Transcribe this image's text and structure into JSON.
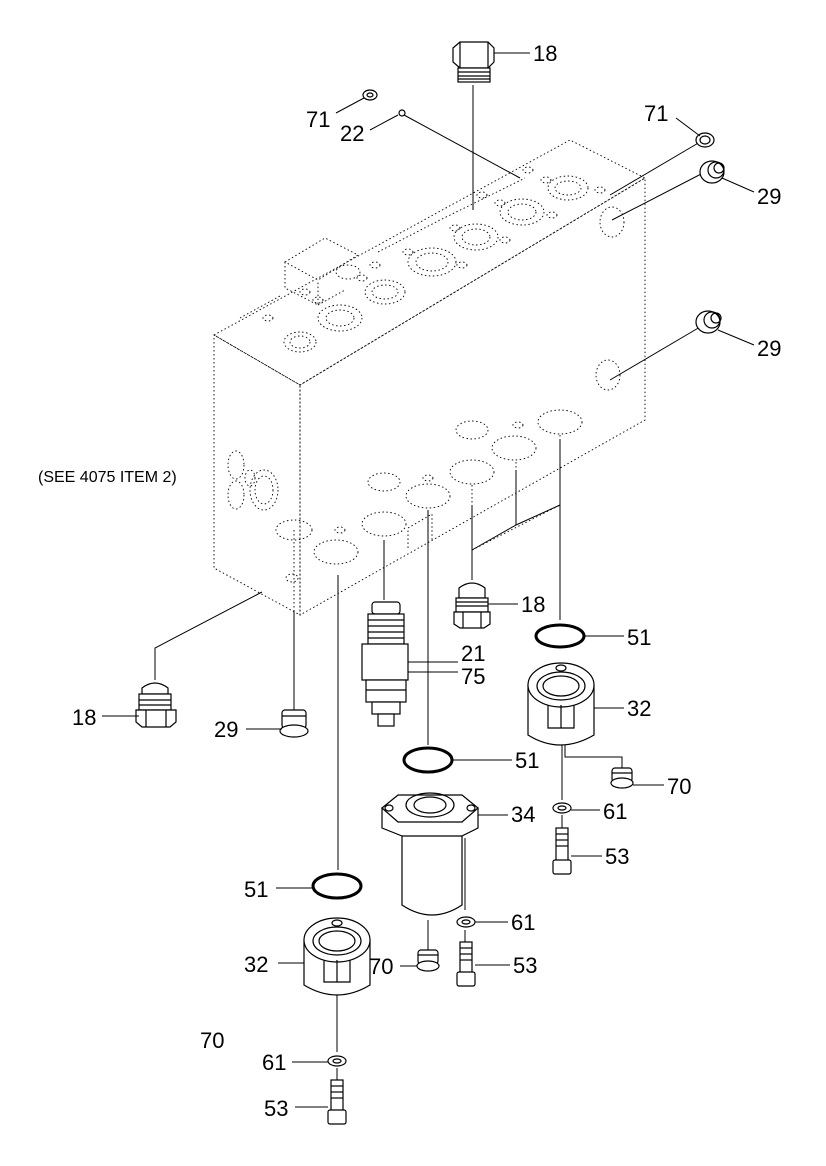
{
  "note": "(SEE 4075 ITEM 2)",
  "callouts": [
    {
      "id": "plug-top",
      "text": "18"
    },
    {
      "id": "plug-small-top-left",
      "text": "71"
    },
    {
      "id": "orifice-pin",
      "text": "22"
    },
    {
      "id": "plug-small-top-right",
      "text": "71"
    },
    {
      "id": "plug-side-upper",
      "text": "29"
    },
    {
      "id": "plug-side-lower",
      "text": "29"
    },
    {
      "id": "plug-front-right",
      "text": "18"
    },
    {
      "id": "oring-right",
      "text": "51"
    },
    {
      "id": "valve-cartridge",
      "text": "21"
    },
    {
      "id": "valve-cartridge-seal",
      "text": "75"
    },
    {
      "id": "cover-right",
      "text": "32"
    },
    {
      "id": "plug-bottom-left",
      "text": "18"
    },
    {
      "id": "plug-bottom-mid",
      "text": "29"
    },
    {
      "id": "oring-middle",
      "text": "51"
    },
    {
      "id": "plug-cover-right",
      "text": "70"
    },
    {
      "id": "washer-right",
      "text": "61"
    },
    {
      "id": "filter-housing",
      "text": "34"
    },
    {
      "id": "bolt-right",
      "text": "53"
    },
    {
      "id": "oring-left",
      "text": "51"
    },
    {
      "id": "washer-middle",
      "text": "61"
    },
    {
      "id": "cover-left",
      "text": "32"
    },
    {
      "id": "plug-filter",
      "text": "70"
    },
    {
      "id": "bolt-middle",
      "text": "53"
    },
    {
      "id": "plug-stray",
      "text": "70"
    },
    {
      "id": "washer-left",
      "text": "61"
    },
    {
      "id": "bolt-left",
      "text": "53"
    }
  ]
}
